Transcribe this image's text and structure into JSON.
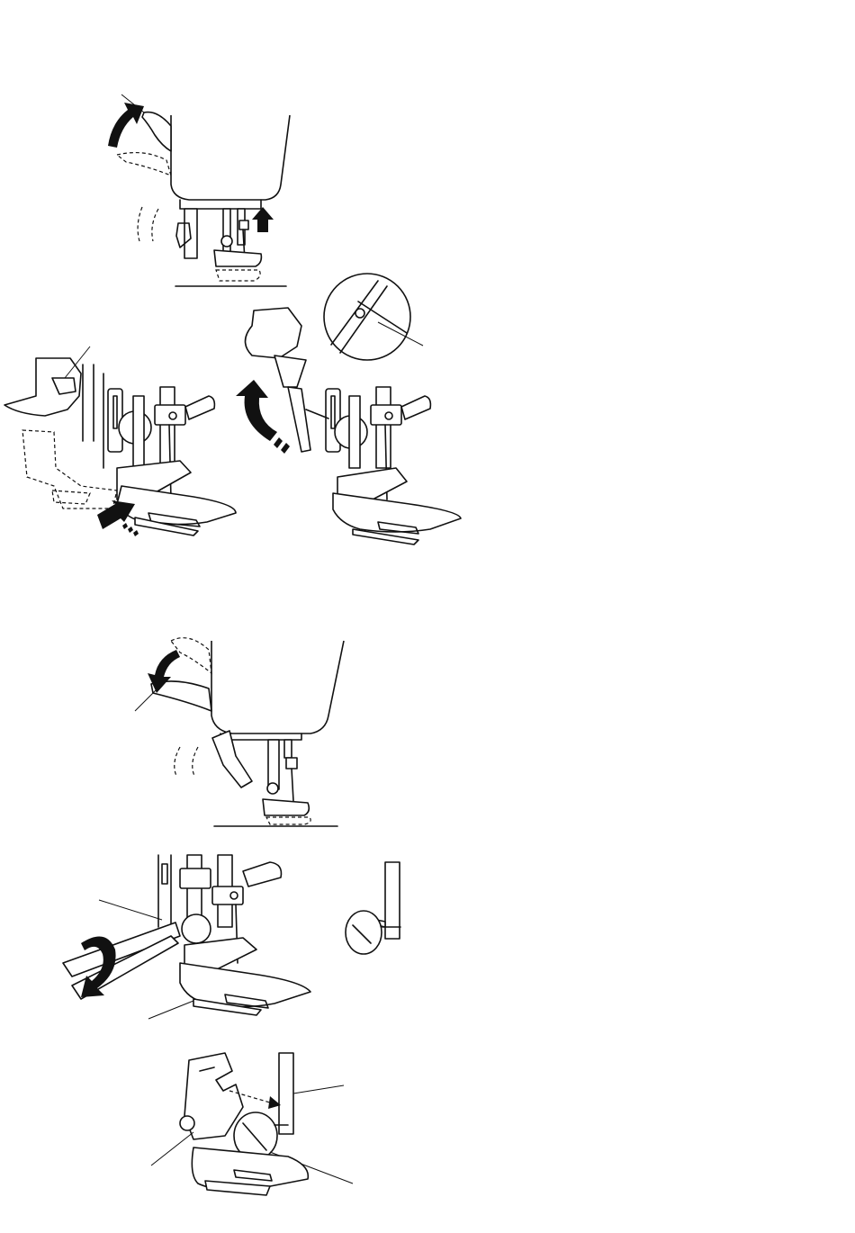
{
  "figures": [
    {
      "id": "raise-presser-foot-lever",
      "arrow": "up"
    },
    {
      "id": "remove-presser-foot",
      "arrow": "back"
    },
    {
      "id": "snap-on-release-button",
      "arrow": "up"
    },
    {
      "id": "lower-presser-foot-lever",
      "arrow": "down"
    },
    {
      "id": "loosen-setscrew-screwdriver",
      "arrow": "counterclockwise"
    },
    {
      "id": "attach-foot-holder",
      "arrow": "dashed-right"
    }
  ],
  "colors": {
    "ink": "#111111",
    "paper": "#ffffff"
  },
  "icons": [
    "curved-arrow-icon",
    "straight-arrow-icon",
    "screwdriver-icon"
  ]
}
